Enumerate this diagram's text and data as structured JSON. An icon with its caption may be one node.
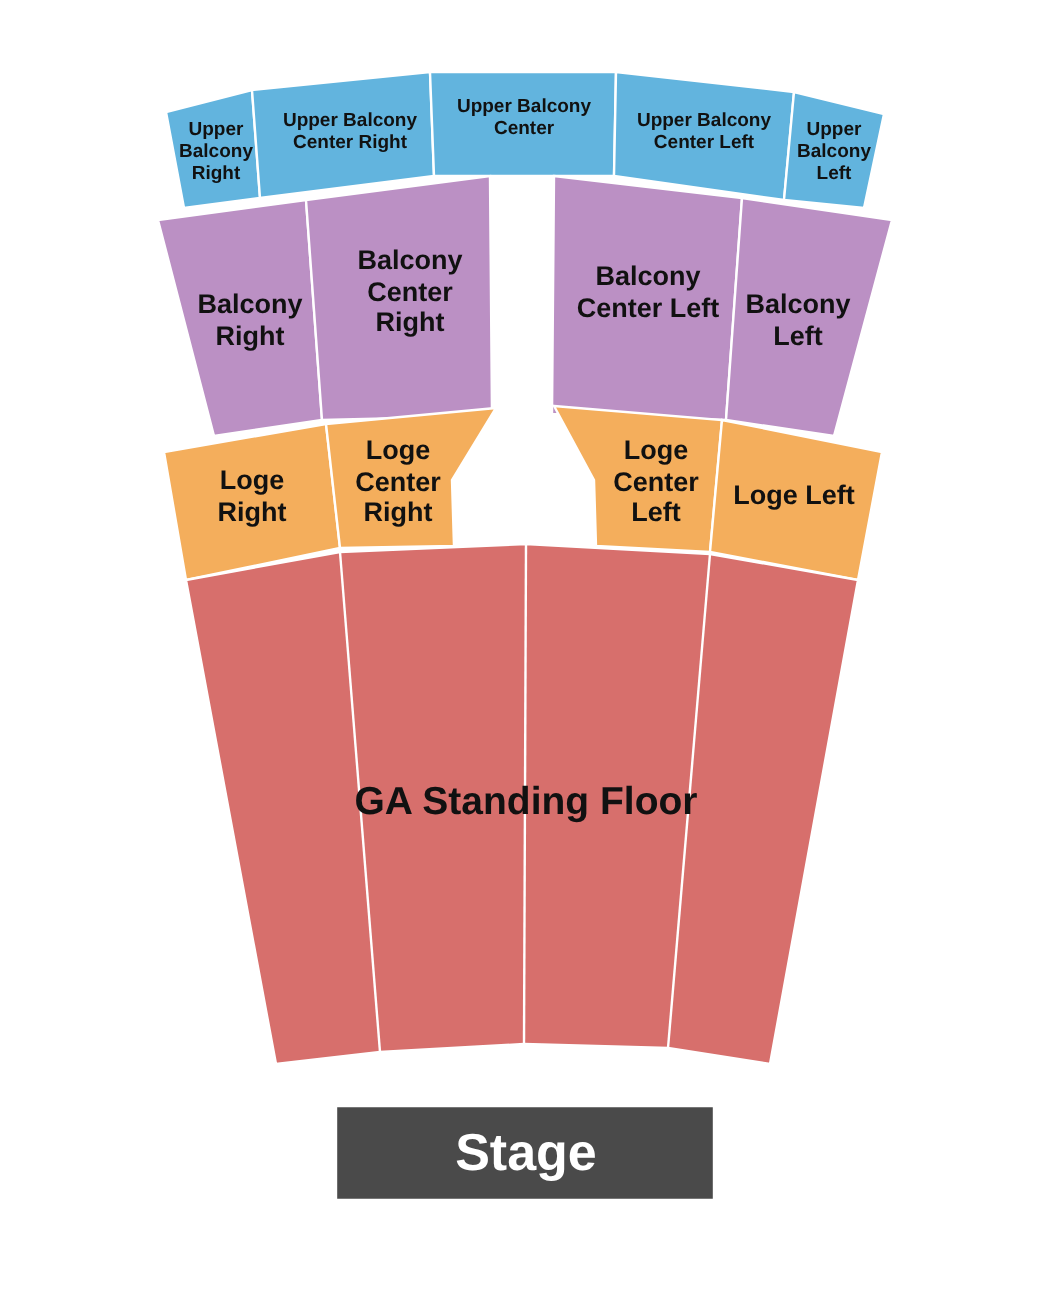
{
  "diagram": {
    "nodes": [
      {
        "text": [
          "Upper Balcony Right"
        ]
      },
      {
        "text": [
          "Upper Balcony Center Right"
        ]
      },
      {
        "text": [
          "Upper Balcony Center"
        ]
      },
      {
        "text": [
          "Upper Balcony Center Left"
        ]
      },
      {
        "text": [
          "Upper Balcony Left"
        ]
      },
      {
        "text": [
          "Balcony Right"
        ]
      },
      {
        "text": [
          "Balcony Center Right"
        ]
      },
      {
        "text": [
          "Balcony Center Left"
        ]
      },
      {
        "text": [
          "Balcony Left"
        ]
      },
      {
        "text": [
          "Loge Right"
        ]
      },
      {
        "text": [
          "Loge Center Right"
        ]
      },
      {
        "text": [
          "Loge Center Left"
        ]
      },
      {
        "text": [
          "Loge Left"
        ]
      },
      {
        "text": [
          "GA Standing Floor"
        ]
      },
      {
        "text": [
          "Stage"
        ]
      }
    ],
    "edges": []
  }
}
